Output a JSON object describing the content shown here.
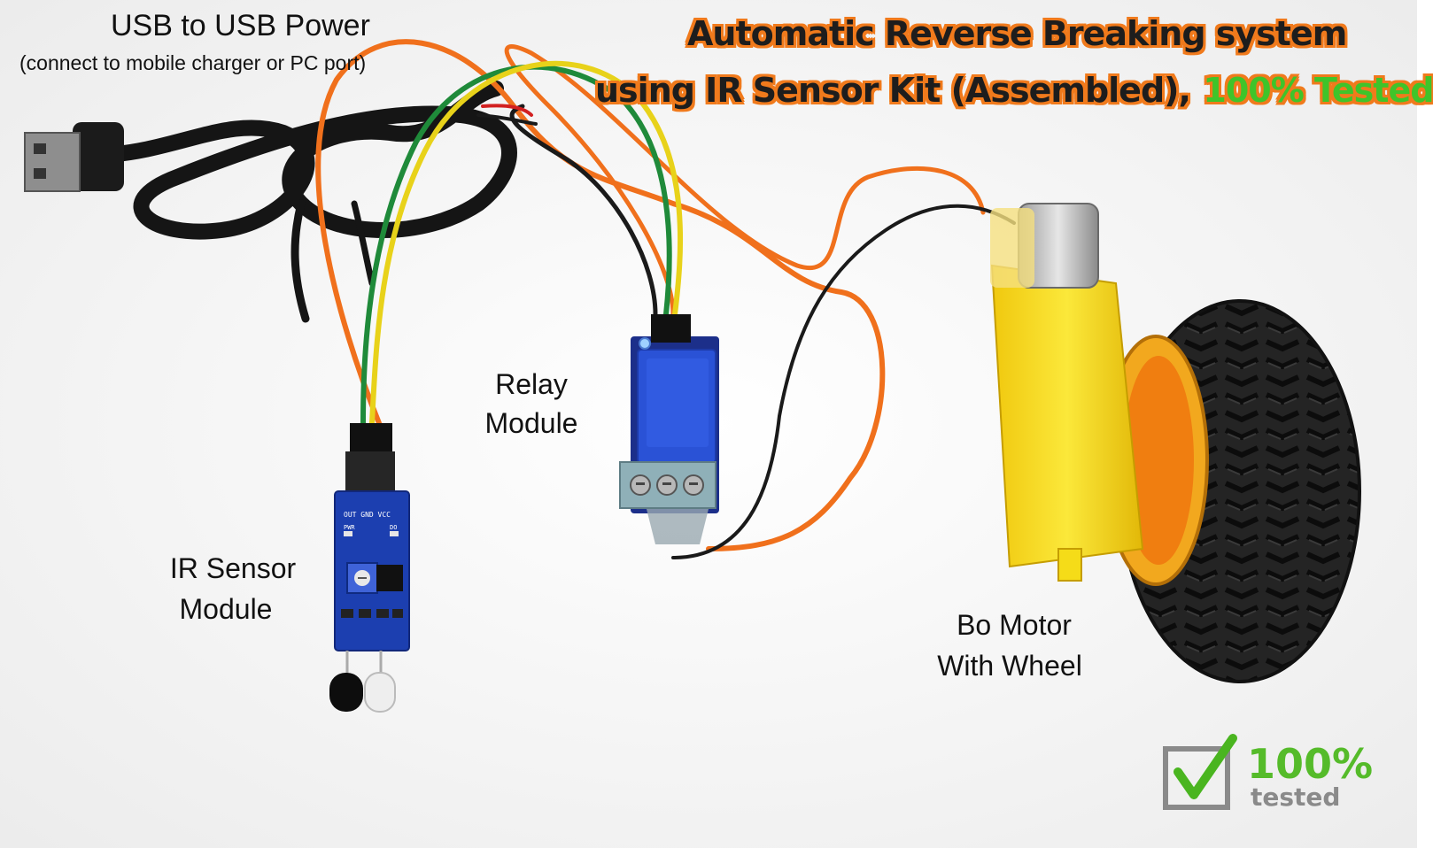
{
  "title": {
    "line1": "Automatic Reverse Breaking system",
    "line2_main": "using IR Sensor Kit (Assembled),",
    "line2_accent": "100% Tested"
  },
  "labels": {
    "usb_title": "USB to USB Power",
    "usb_subtitle": "(connect to mobile charger or PC port)",
    "relay_line1": "Relay",
    "relay_line2": "Module",
    "ir_line1": "IR Sensor",
    "ir_line2": "Module",
    "motor_line1": "Bo Motor",
    "motor_line2": "With Wheel"
  },
  "badge": {
    "percent": "100%",
    "text": "tested",
    "icon": "checkmark-box-icon"
  },
  "pcb_silkscreen": {
    "ir_pins": "OUT GND VCC",
    "ir_pwr": "PWR",
    "ir_d0": "DO"
  },
  "colors": {
    "title_outline": "#f07a1c",
    "accent_green": "#3fc42a",
    "wire_orange": "#f0701c",
    "wire_yellow": "#e8d21a",
    "wire_green": "#1f8a3a",
    "wire_black": "#1a1a1a",
    "relay_blue": "#2a52d6",
    "motor_yellow": "#f5dc18",
    "wheel_rim": "#f2a81e",
    "pcb_blue": "#1c3fb0"
  }
}
